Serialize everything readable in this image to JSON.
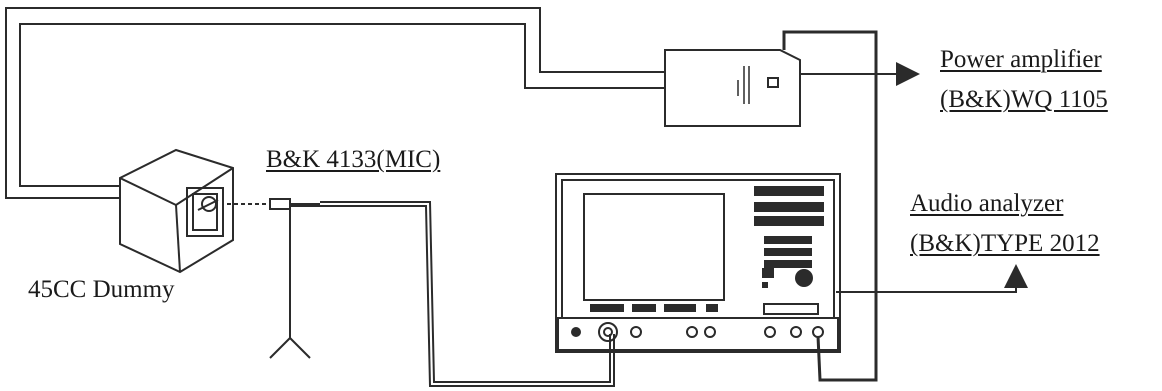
{
  "labels": {
    "power_amplifier_line1": "Power amplifier",
    "power_amplifier_line2": "(B&K)WQ 1105",
    "microphone": "B&K 4133(MIC)",
    "audio_analyzer_line1": "Audio analyzer",
    "audio_analyzer_line2": "(B&K)TYPE 2012",
    "dummy": "45CC Dummy"
  },
  "colors": {
    "line": "#2b2b2b",
    "text": "#1a1a1a",
    "background": "#ffffff"
  }
}
